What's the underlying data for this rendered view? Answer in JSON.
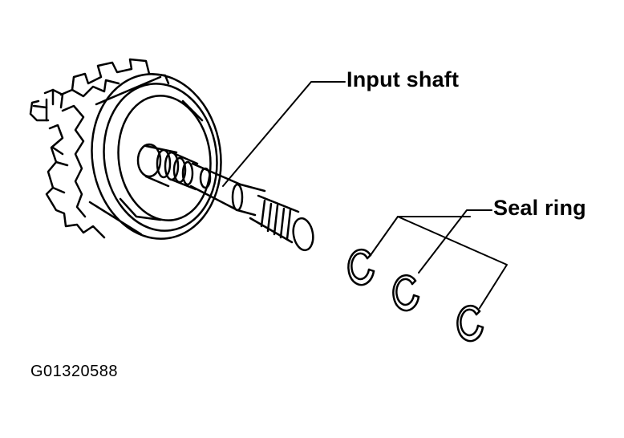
{
  "labels": {
    "input_shaft": "Input shaft",
    "seal_ring": "Seal ring",
    "figure_code": "G01320588"
  },
  "colors": {
    "ink": "#000000",
    "paper": "#ffffff"
  },
  "parts": {
    "seal_ring_count": 3
  }
}
